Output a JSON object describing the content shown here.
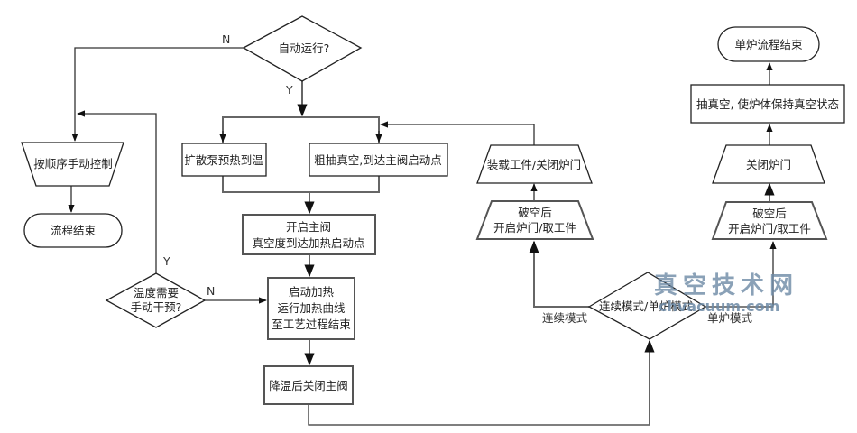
{
  "diagram": {
    "type": "flowchart",
    "nodes": {
      "auto_run": "自动运行?",
      "manual_control": "按顺序手动控制",
      "flow_end": "流程结束",
      "diffusion_pump": "扩散泵预热到温",
      "rough_pump": "粗抽真空,到达主阀启动点",
      "open_main_valve": [
        "开启主阀",
        "真空度到达加热启动点"
      ],
      "start_heating": [
        "启动加热",
        "运行加热曲线",
        "至工艺过程结束"
      ],
      "cool_close_valve": "降温后关闭主阀",
      "temp_intervene": [
        "温度需要",
        "手动干预?"
      ],
      "mode_select": "连续模式/单炉模式",
      "break_vacuum_left": [
        "破空后",
        "开启炉门/取工件"
      ],
      "load_close_door": "装载工件/关闭炉门",
      "break_vacuum_right": [
        "破空后",
        "开启炉门/取工件"
      ],
      "close_door": "关闭炉门",
      "pump_hold_vacuum": "抽真空, 使炉体保持真空状态",
      "single_end": "单炉流程结束"
    },
    "edge_labels": {
      "auto_no": "N",
      "auto_yes": "Y",
      "temp_yes": "Y",
      "temp_no": "N",
      "continuous": "连续模式",
      "single": "单炉模式"
    }
  },
  "watermark": {
    "cn": "真空技术网",
    "en": "chvacuum.com",
    "color": "#6d8aa6"
  }
}
